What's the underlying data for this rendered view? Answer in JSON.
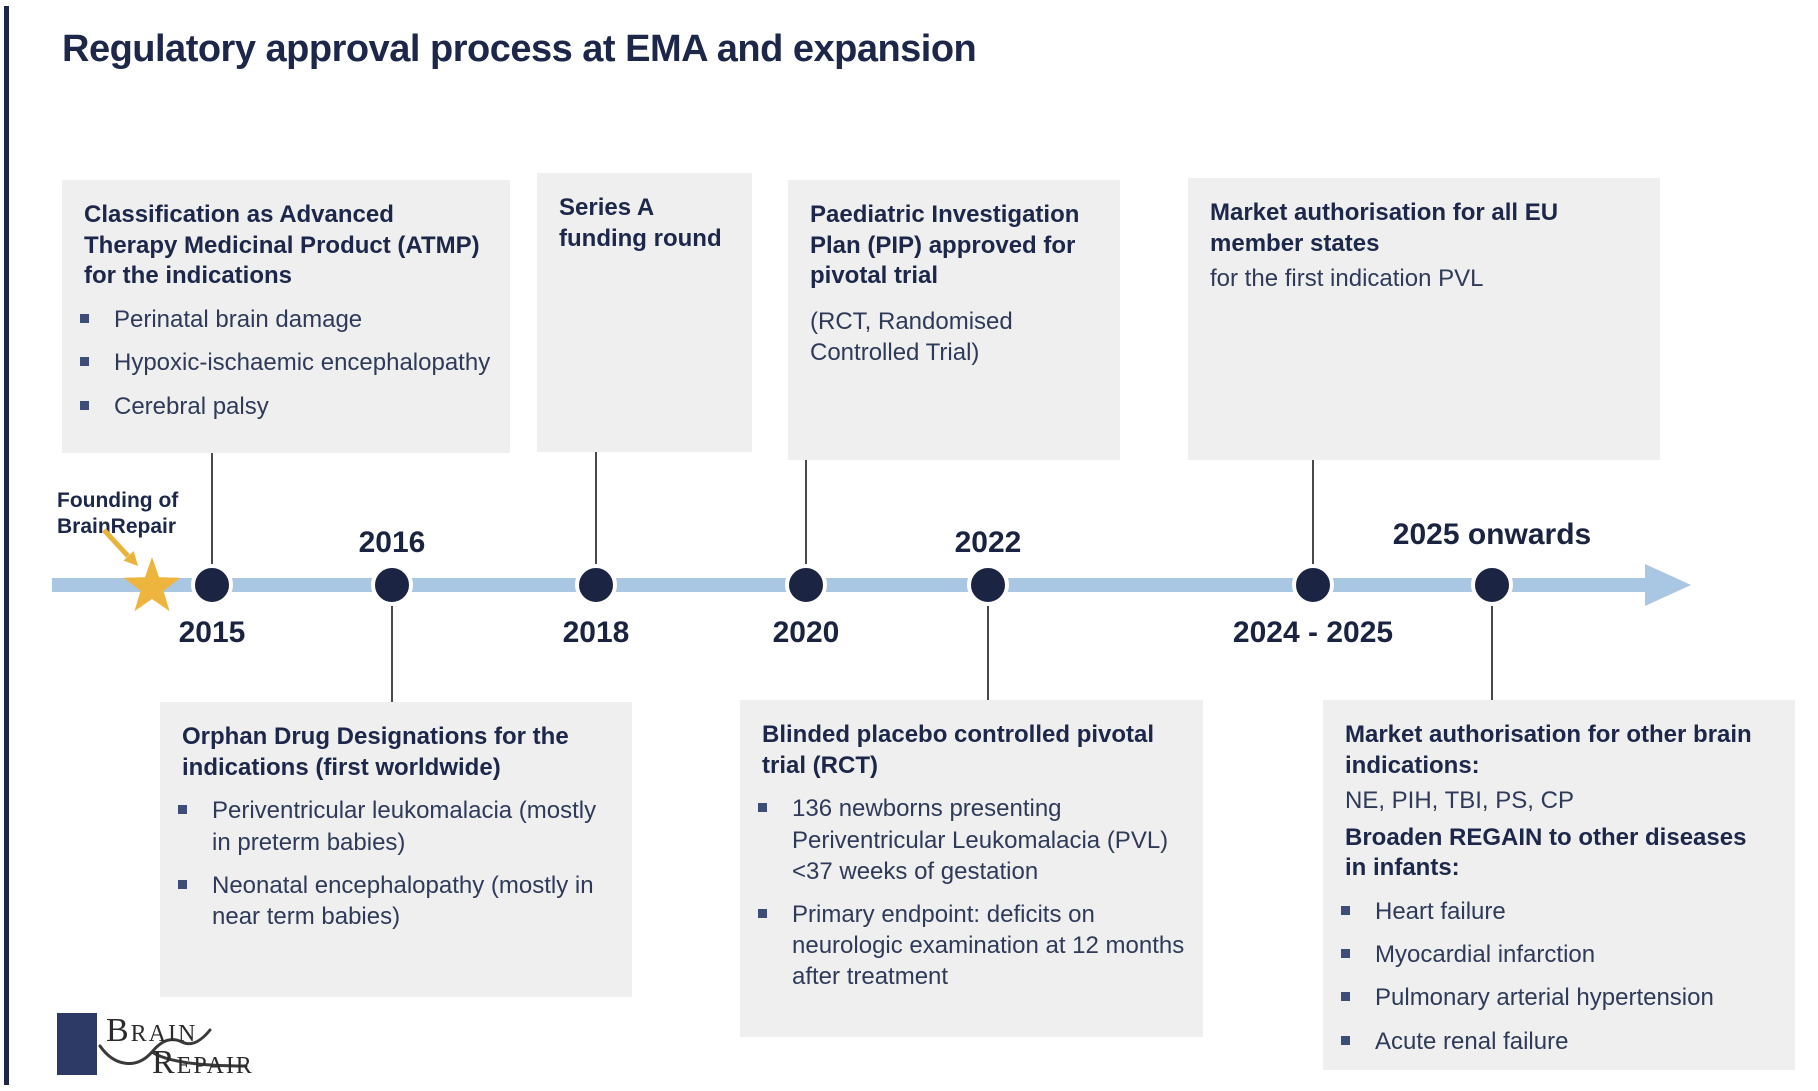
{
  "slide": {
    "title": "Regulatory approval process at EMA and expansion"
  },
  "founding": {
    "line1": "Founding of",
    "line2": "BrainRepair"
  },
  "years": {
    "y2015": "2015",
    "y2016": "2016",
    "y2018": "2018",
    "y2020": "2020",
    "y2022": "2022",
    "y2024": "2024 - 2025",
    "y2025": "2025 onwards"
  },
  "boxes": {
    "classification": {
      "title": "Classification as Advanced Therapy Medicinal Product (ATMP) for the indications",
      "bullets": [
        "Perinatal brain damage",
        "Hypoxic-ischaemic encephalopathy",
        "Cerebral palsy"
      ]
    },
    "series_a": {
      "title": "Series A funding round"
    },
    "pip": {
      "title": "Paediatric Investigation Plan (PIP) approved for pivotal trial",
      "subtitle": "(RCT, Randomised Controlled Trial)"
    },
    "market_eu": {
      "title": "Market authorisation for all EU member states",
      "subtitle": "for the first indication PVL"
    },
    "orphan": {
      "title": "Orphan Drug Designations for the indications (first worldwide)",
      "bullets": [
        "Periventricular leukomalacia (mostly in preterm babies)",
        "Neonatal encephalopathy (mostly in near term babies)"
      ]
    },
    "rct": {
      "title": "Blinded placebo controlled pivotal trial (RCT)",
      "bullets": [
        "136 newborns presenting Periventricular Leukomalacia (PVL) <37 weeks of gestation",
        "Primary endpoint: deficits on neurologic examination at 12 months after treatment"
      ]
    },
    "market_other": {
      "title": "Market authorisation for other brain indications:",
      "text": "NE, PIH, TBI, PS, CP",
      "title2": "Broaden REGAIN to other diseases in infants:",
      "bullets": [
        "Heart failure",
        "Myocardial infarction",
        "Pulmonary arterial hypertension",
        "Acute renal failure"
      ]
    }
  },
  "logo": {
    "line1": "Brain",
    "line2": "Repair"
  },
  "colors": {
    "navy_text": "#1c2749",
    "timeline_blue": "#a9c6e3",
    "dot_navy": "#1b2442",
    "gold": "#edb53d",
    "box_background": "#efeff0",
    "logo_navy": "#2e3a66"
  }
}
